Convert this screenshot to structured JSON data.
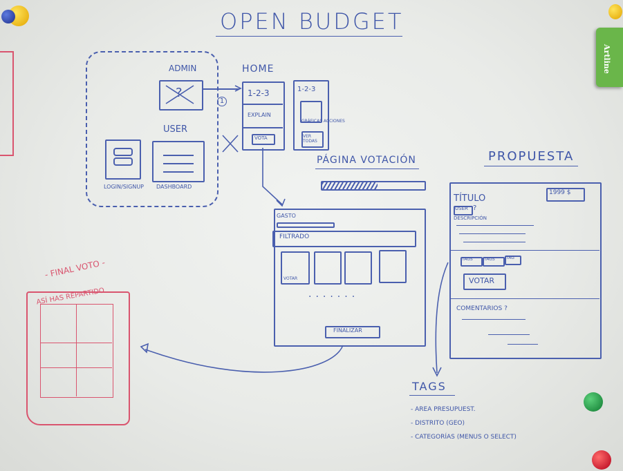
{
  "title": "OPEN BUDGET",
  "admin": {
    "label": "ADMIN"
  },
  "user": {
    "label": "USER",
    "login": "LOGIN/SIGNUP",
    "dashboard": "DASHBOARD"
  },
  "home": {
    "label": "HOME",
    "steps": "1-2-3",
    "explain": "EXPLAIN",
    "vota": "VOTA"
  },
  "info_panel": {
    "steps": "1-2-3",
    "caption": "GRÁFICAS ACCIONES",
    "ver_todas": "VER TODAS"
  },
  "arrow_step": "1",
  "votacion": {
    "title": "PÁGINA VOTACIÓN",
    "gasto": "GASTO",
    "filtrado": "FILTRADO",
    "votar_small": "VOTAR",
    "finalizar": "FINALIZAR"
  },
  "propuesta": {
    "title": "PROPUESTA",
    "titulo": "TÍTULO",
    "precio": "1999 $",
    "user": "USER",
    "question": "?",
    "descripcion": "DESCRIPCIÓN",
    "tags": [
      "TAGS",
      "TAGS",
      "TAG"
    ],
    "votar": "VOTAR",
    "comentarios": "COMENTARIOS ?"
  },
  "final": {
    "title": "FINAL VOTO",
    "subtitle": "ASÍ HAS REPARTIDO"
  },
  "tags_list": {
    "title": "TAGS",
    "items": [
      "- AREA PRESUPUEST.",
      "- DISTRITO (GEO)",
      "- CATEGORÍAS (MENUS O SELECT)"
    ]
  },
  "eraser_brand": "Artline",
  "colors": {
    "ink_blue": "#3f56a8",
    "ink_red": "#d9546e",
    "board": "#eceeeb",
    "eraser": "#6ab64a"
  }
}
